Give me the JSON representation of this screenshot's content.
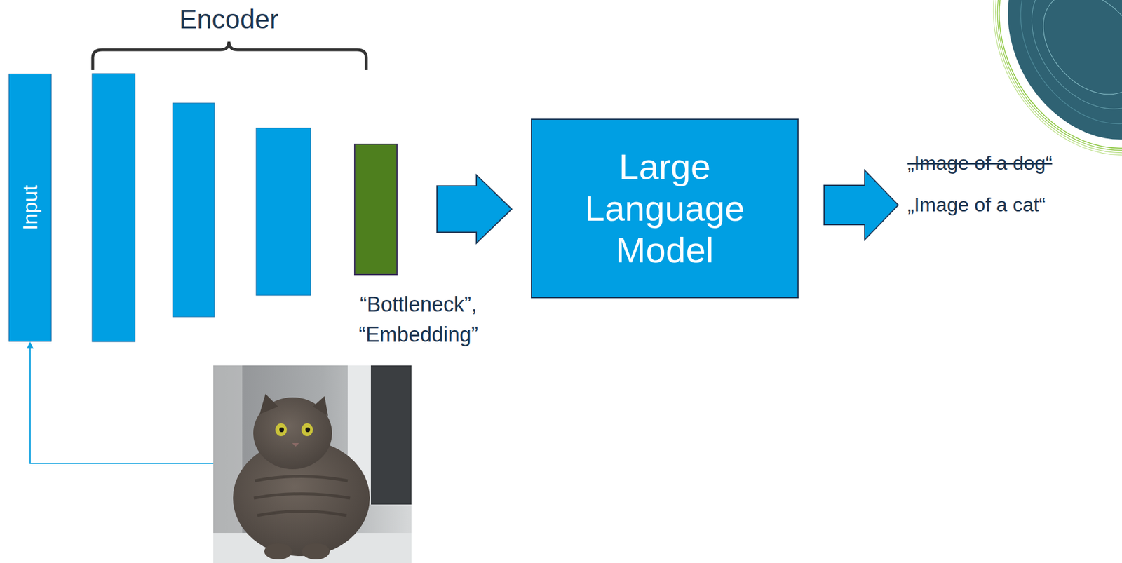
{
  "diagram": {
    "nodes": [
      {
        "text": [
          "Input"
        ]
      },
      {
        "text": [
          "Large Language Model"
        ]
      }
    ],
    "labels": [
      "Encoder",
      "“Bottleneck”, “Embedding”",
      "„Image of a dog“",
      "„Image of a cat“"
    ]
  }
}
